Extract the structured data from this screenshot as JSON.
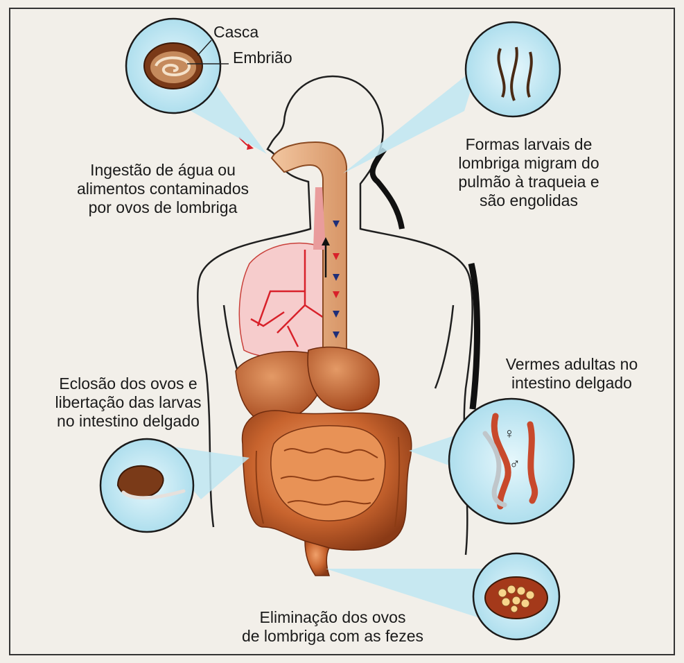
{
  "labels": {
    "shell": "Casca",
    "embryo": "Embrião",
    "ingestion": "Ingestão de água ou\nalimentos contaminados\npor ovos de lombriga",
    "larvae_migrate": "Formas larvais de\nlombriga migram do\npulmão à traqueia e\nsão engolidas",
    "adult_worms": "Vermes adultas no\nintestino delgado",
    "hatching": "Eclosão dos ovos e\nlibertação das larvas\nno intestino delgado",
    "elimination": "Eliminação dos ovos\nde lombriga com as fezes",
    "female_symbol": "♀",
    "male_symbol": "♂"
  },
  "colors": {
    "background": "#f2efe9",
    "bubble": "#cfeef7",
    "bubble_edge": "#222222",
    "intestine": "#c8642e",
    "esophagus": "#e8b088",
    "lung": "#f6cccc",
    "arrow_red": "#d8212a",
    "arrow_blue": "#1f2f78"
  }
}
